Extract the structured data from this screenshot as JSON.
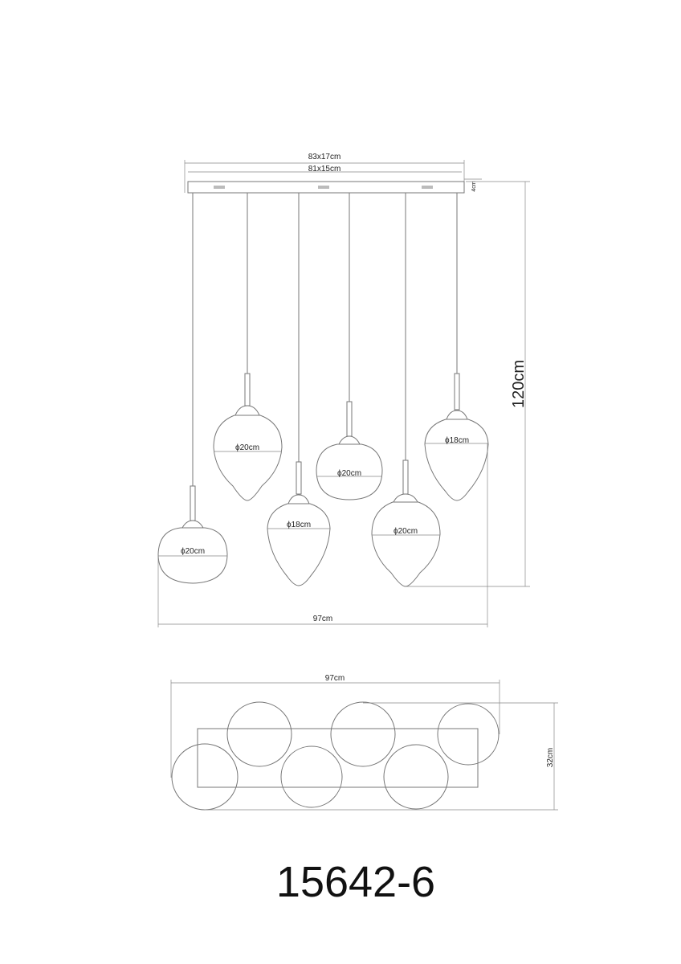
{
  "canopy": {
    "outer_label": "83x17cm",
    "inner_label": "81x15cm",
    "height_label": "4cm"
  },
  "overall": {
    "height_label": "120cm",
    "width_label": "97cm"
  },
  "shades": [
    {
      "label": "ϕ20cm",
      "shape": "round"
    },
    {
      "label": "ϕ20cm",
      "shape": "egg"
    },
    {
      "label": "ϕ18cm",
      "shape": "egg"
    },
    {
      "label": "ϕ20cm",
      "shape": "round"
    },
    {
      "label": "ϕ20cm",
      "shape": "egg"
    },
    {
      "label": "ϕ18cm",
      "shape": "egg"
    }
  ],
  "top_view": {
    "width_label": "97cm",
    "depth_label": "32cm"
  },
  "model_number": "15642-6"
}
